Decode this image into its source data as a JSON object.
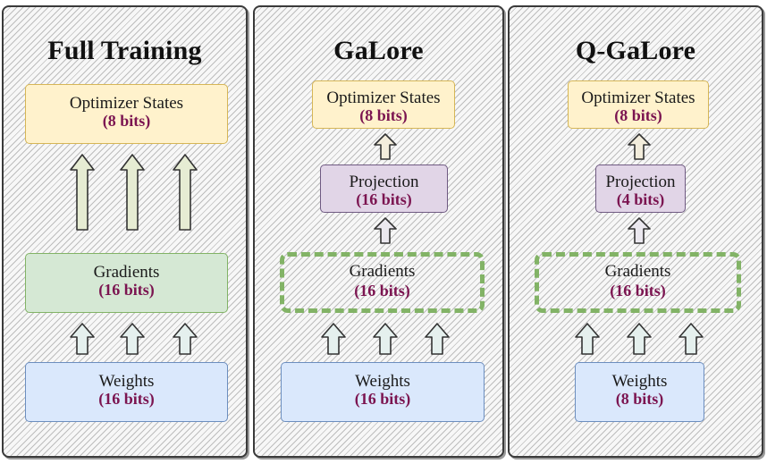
{
  "panels": [
    {
      "title": "Full Training",
      "optimizer": {
        "label": "Optimizer States",
        "bits": "(8 bits)"
      },
      "gradients": {
        "label": "Gradients",
        "bits": "(16 bits)"
      },
      "weights": {
        "label": "Weights",
        "bits": "(16 bits)"
      }
    },
    {
      "title": "GaLore",
      "optimizer": {
        "label": "Optimizer States",
        "bits": "(8 bits)"
      },
      "projection": {
        "label": "Projection",
        "bits": "(16 bits)"
      },
      "gradients": {
        "label": "Gradients",
        "bits": "(16 bits)"
      },
      "weights": {
        "label": "Weights",
        "bits": "(16 bits)"
      }
    },
    {
      "title": "Q-GaLore",
      "optimizer": {
        "label": "Optimizer States",
        "bits": "(8 bits)"
      },
      "projection": {
        "label": "Projection",
        "bits": "(4 bits)"
      },
      "gradients": {
        "label": "Gradients",
        "bits": "(16 bits)"
      },
      "weights": {
        "label": "Weights",
        "bits": "(8 bits)"
      }
    }
  ],
  "colors": {
    "optimizer_fill": "#fff2cc",
    "gradients_fill": "#d5e8d4",
    "weights_fill": "#dae8fc",
    "projection_fill": "#e1d5e7",
    "bits_text": "#7b1450",
    "dashed_border": "#82b366"
  }
}
